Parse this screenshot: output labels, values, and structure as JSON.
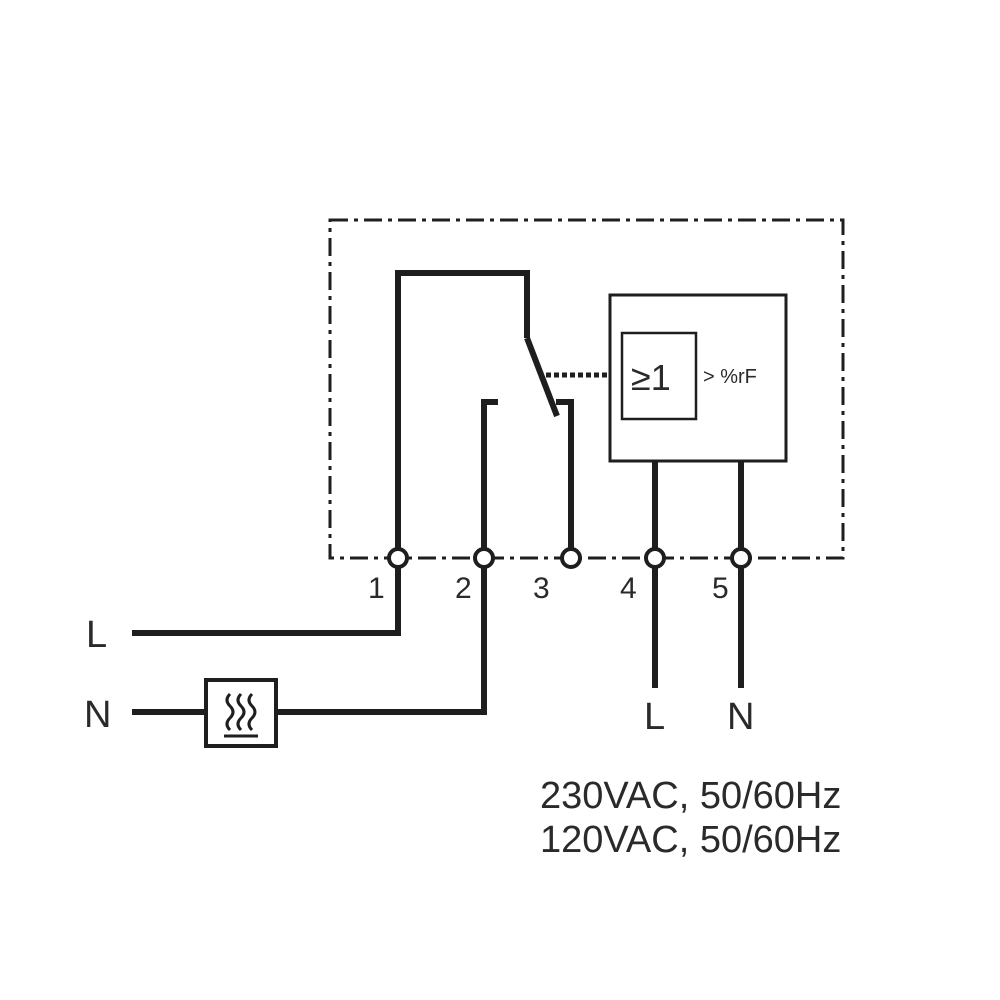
{
  "diagram": {
    "logic_gate_label": "≥1",
    "condition_label": "> %rF",
    "terminals": [
      "1",
      "2",
      "3",
      "4",
      "5"
    ],
    "left_lines": {
      "line": "L",
      "neutral": "N"
    },
    "supply_lines": {
      "line": "L",
      "neutral": "N"
    },
    "ratings": [
      "230VAC, 50/60Hz",
      "120VAC, 50/60Hz"
    ],
    "heater_icon": "heater-icon",
    "colors": {
      "stroke": "#1e1e1e",
      "text": "#2a2a2a",
      "background": "#ffffff"
    }
  }
}
